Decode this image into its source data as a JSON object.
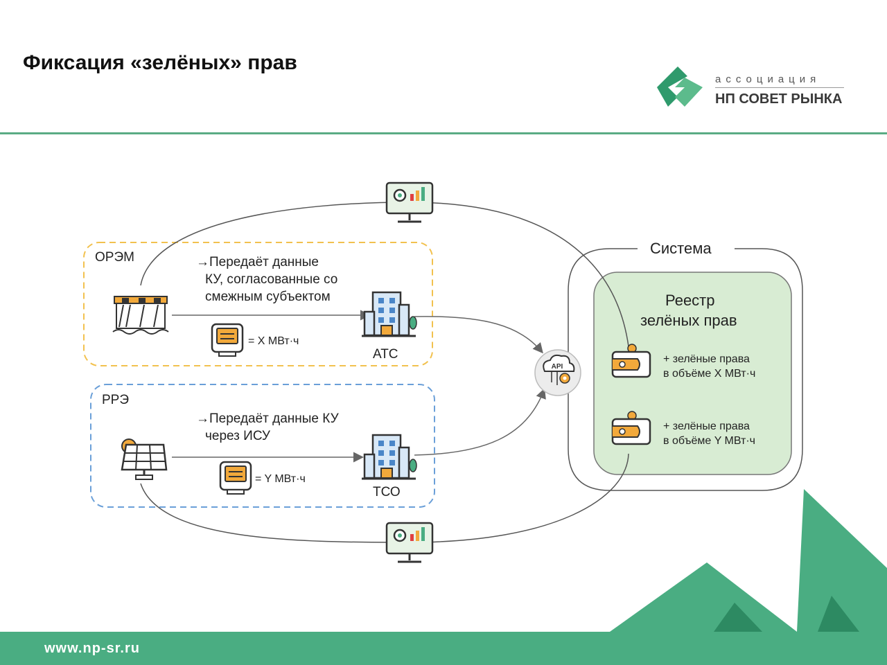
{
  "title": "Фиксация «зелёных» прав",
  "logo": {
    "small_text": "ассоциация",
    "big_text": "НП СОВЕТ РЫНКА"
  },
  "orem": {
    "label": "ОРЭМ",
    "description_lines": [
      "→Передаёт данные",
      "КУ, согласованные со",
      "смежным субъектом"
    ],
    "meter_text": "= X МВт·ч",
    "entity": "АТС"
  },
  "rre": {
    "label": "РРЭ",
    "description_lines": [
      "→Передаёт данные КУ",
      "через ИСУ"
    ],
    "meter_text": "= Y МВт·ч",
    "entity": "ТСО"
  },
  "system": {
    "label": "Система",
    "registry_lines": [
      "Реестр",
      "зелёных прав"
    ],
    "entry_x_lines": [
      "+ зелёные права",
      "в объёме X МВт·ч"
    ],
    "entry_y_lines": [
      "+ зелёные права",
      "в объёме Y МВт·ч"
    ]
  },
  "api_label": "API",
  "footer_url": "www.np-sr.ru",
  "colors": {
    "brand_green": "#4aad82",
    "orem_border": "#f2c14e",
    "rre_border": "#6a9fd8",
    "registry_fill": "#d8ecd3",
    "icon_orange": "#f2a93b"
  }
}
